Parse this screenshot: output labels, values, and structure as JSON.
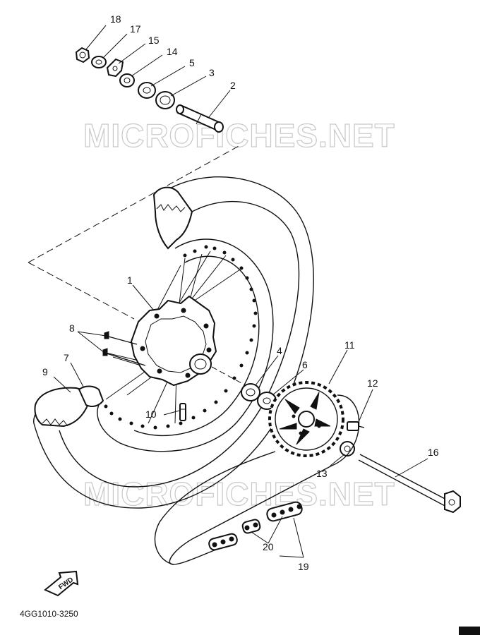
{
  "diagram": {
    "watermarks": [
      "MICROFICHES.NET",
      "MICROFICHES.NET"
    ],
    "diagram_code": "4GG1010-3250",
    "direction_label": "FWD",
    "callouts": {
      "c1": "1",
      "c2": "2",
      "c3": "3",
      "c4": "4",
      "c5": "5",
      "c6": "6",
      "c7": "7",
      "c8": "8",
      "c9": "9",
      "c10": "10",
      "c11": "11",
      "c12": "12",
      "c13": "13",
      "c14": "14",
      "c15": "15",
      "c16": "16",
      "c17": "17",
      "c18": "18",
      "c19": "19",
      "c20": "20"
    }
  }
}
